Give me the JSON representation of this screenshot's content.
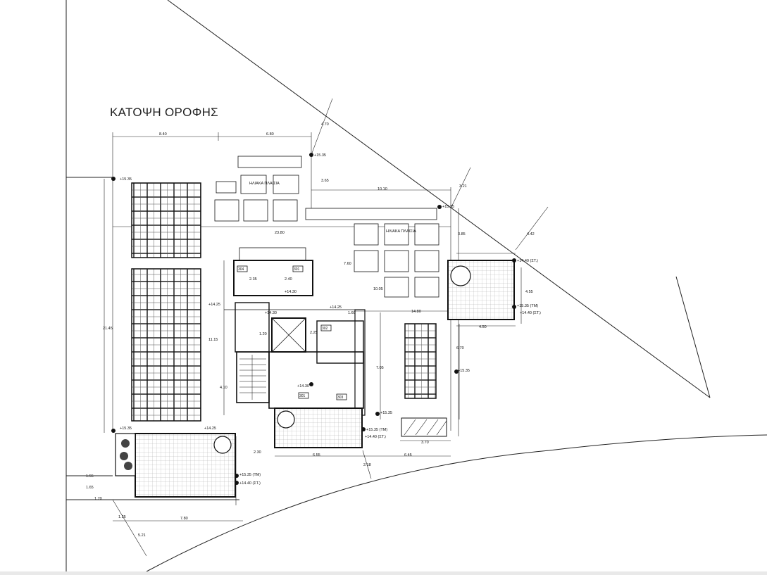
{
  "title": "ΚΑΤΟΨΗ ΟΡΟΦΗΣ",
  "solar_labels": [
    "ΗΛΙΑΚΑ ΠΛΑΙΣΙΑ",
    "ΗΛΙΑΚΑ ΠΛΑΙΣΙΑ"
  ],
  "elevations": {
    "e1535_tl": "+15.35",
    "e1535_top": "+15.35",
    "e1535_right": "+15.35",
    "e1535_bl": "+15.35",
    "e1440_st_tr": "+14.40 (ΣΤ.)",
    "e1535_tm_tr": "+15.35 (ΤΜ)",
    "e1440_st_tr2": "+14.40 (ΣΤ.)",
    "e1430_a": "+14.30",
    "e1430_b": "+14.30",
    "e1430_c": "+14.30",
    "e1425_a": "+14.25",
    "e1425_b": "+14.25",
    "e1425_c": "+14.25",
    "e1535_mid": "+15.35",
    "e1535_tm_bm": "+15.35 (ΤΜ)",
    "e1440_st_bm": "+14.40 (ΣΤ.)",
    "e1535_tm_bl": "+15.35 (ΤΜ)",
    "e1440_st_bl": "+14.40 (ΣΤ.)",
    "e1535_br": "+15.35"
  },
  "dimensions": {
    "d840": "8.40",
    "d680": "6.80",
    "d470": "4.70",
    "d1010": "10.10",
    "d321": "3.21",
    "d265": "3.65",
    "d2380": "23.80",
    "d385": "3.85",
    "d442": "4.42",
    "d2145": "21.45",
    "d1115": "11.15",
    "d410": "4.10",
    "d780": "7.80",
    "d655": "6.55",
    "d645": "6.45",
    "d370": "3.70",
    "d155": "1.55",
    "d125": "1.25",
    "d521": "5.21",
    "d218": "2.18",
    "d1480": "14.80",
    "d1005": "10.05",
    "d760": "7.60",
    "d705": "7.05",
    "d670": "6.70",
    "d450": "4.50",
    "d455": "4.55",
    "d235": "2.35",
    "d240": "2.40",
    "d120": "1.20",
    "d165": "1.65",
    "d170": "1.70",
    "d225": "2.25",
    "d230": "2.30",
    "d160": "1.60"
  },
  "room_tags": [
    "304",
    "301",
    "302",
    "301",
    "303"
  ]
}
